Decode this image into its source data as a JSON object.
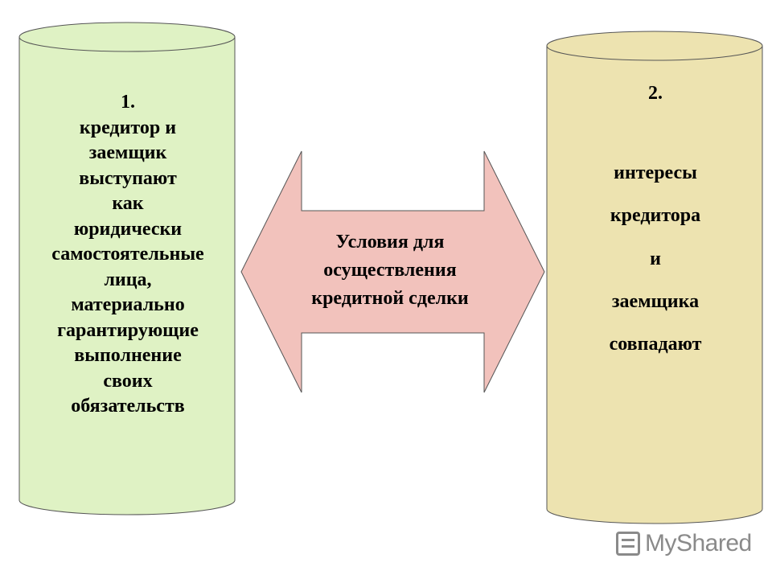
{
  "left_cylinder": {
    "fill": "#dff2c4",
    "lines": [
      "1.",
      "кредитор и",
      "заемщик",
      "выступают",
      "как",
      "юридически",
      "самостоятельные",
      "лица,",
      "материально",
      "гарантирующие",
      "выполнение",
      "своих",
      "обязательств"
    ]
  },
  "right_cylinder": {
    "fill": "#ede3b0",
    "number": "2.",
    "lines": [
      "интересы",
      "кредитора",
      "и",
      "заемщика",
      "совпадают"
    ]
  },
  "center_arrow": {
    "fill": "#f2c2bc",
    "lines": [
      "Условия для",
      "осуществления",
      "кредитной сделки"
    ]
  },
  "watermark": {
    "text": "MyShared",
    "icon": "presentation-board-icon"
  }
}
